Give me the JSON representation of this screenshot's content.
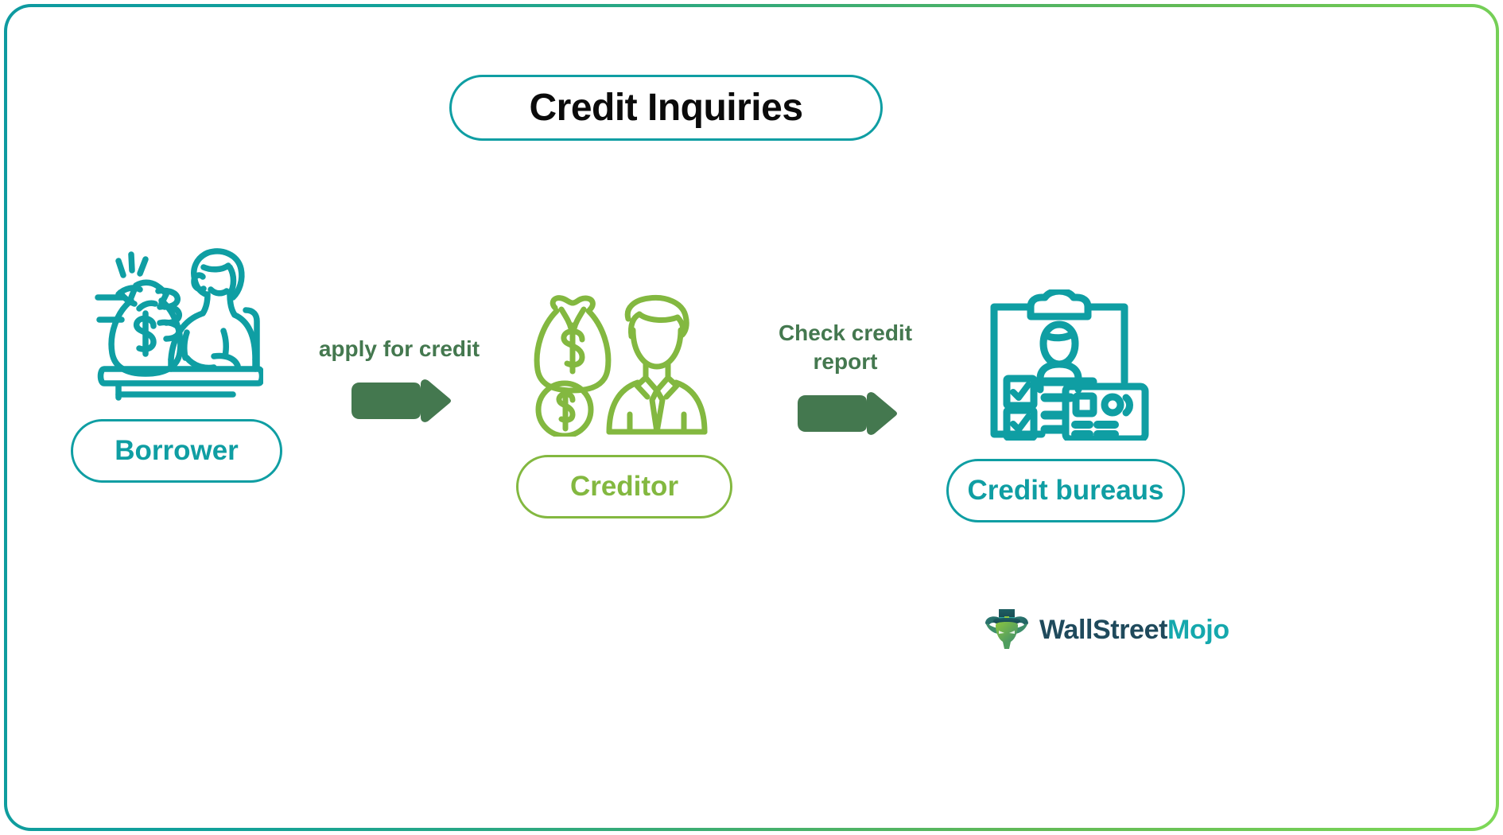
{
  "title": {
    "text": "Credit Inquiries",
    "border_color": "#0f9ea3",
    "text_color": "#0b0b0b"
  },
  "theme": {
    "teal": "#0f9ea3",
    "light_green": "#83b840",
    "dark_green": "#44784f",
    "frame_gradient_start": "#0e9aa0",
    "frame_gradient_end": "#7ed957",
    "background": "#ffffff"
  },
  "flow": {
    "nodes": [
      {
        "id": "borrower",
        "label": "Borrower",
        "icon": "person-at-desk-receiving-money-bag-icon",
        "color": "#0f9ea3"
      },
      {
        "id": "creditor",
        "label": "Creditor",
        "icon": "money-bag-coin-businessman-icon",
        "color": "#83b840"
      },
      {
        "id": "credit-bureaus",
        "label": "Credit bureaus",
        "icon": "clipboard-profile-checklist-id-card-icon",
        "color": "#0f9ea3"
      }
    ],
    "connectors": [
      {
        "id": "apply-for-credit",
        "label": "apply for credit",
        "icon": "right-arrow-icon",
        "color": "#44784f"
      },
      {
        "id": "check-credit-report",
        "label": "Check credit\nreport",
        "icon": "right-arrow-icon",
        "color": "#44784f"
      }
    ]
  },
  "logo": {
    "icon": "wallstreetmojo-bull-mascot-icon",
    "word_first": "WallStreet",
    "word_second": "Mojo",
    "color_first": "#1f4a5c",
    "color_second": "#15a8ad"
  }
}
